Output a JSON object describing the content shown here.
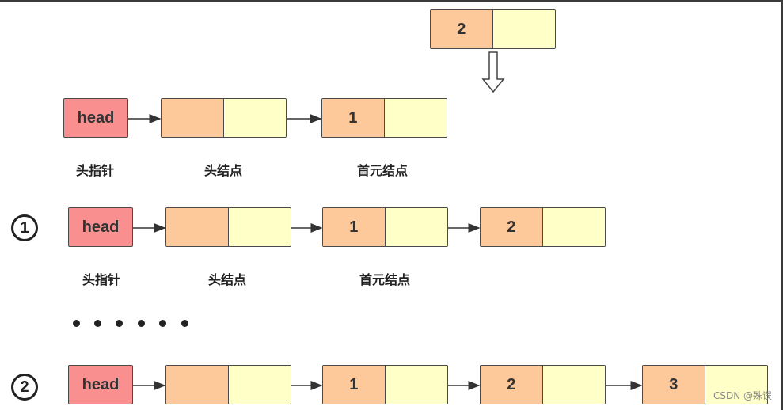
{
  "new_node": {
    "value": "2"
  },
  "rows": [
    {
      "head": "head",
      "values": [
        "1"
      ]
    },
    {
      "step": "1",
      "head": "head",
      "values": [
        "1",
        "2"
      ]
    },
    {
      "step": "2",
      "head": "head",
      "values": [
        "1",
        "2",
        "3"
      ]
    }
  ],
  "labels": {
    "head_pointer": "头指针",
    "head_node": "头结点",
    "first_node": "首元结点"
  },
  "watermark": "CSDN @殊误",
  "colors": {
    "head_fill": "#f98f8f",
    "data_fill": "#fdc89a",
    "next_fill": "#ffffc8",
    "border": "#4a4a4a"
  }
}
